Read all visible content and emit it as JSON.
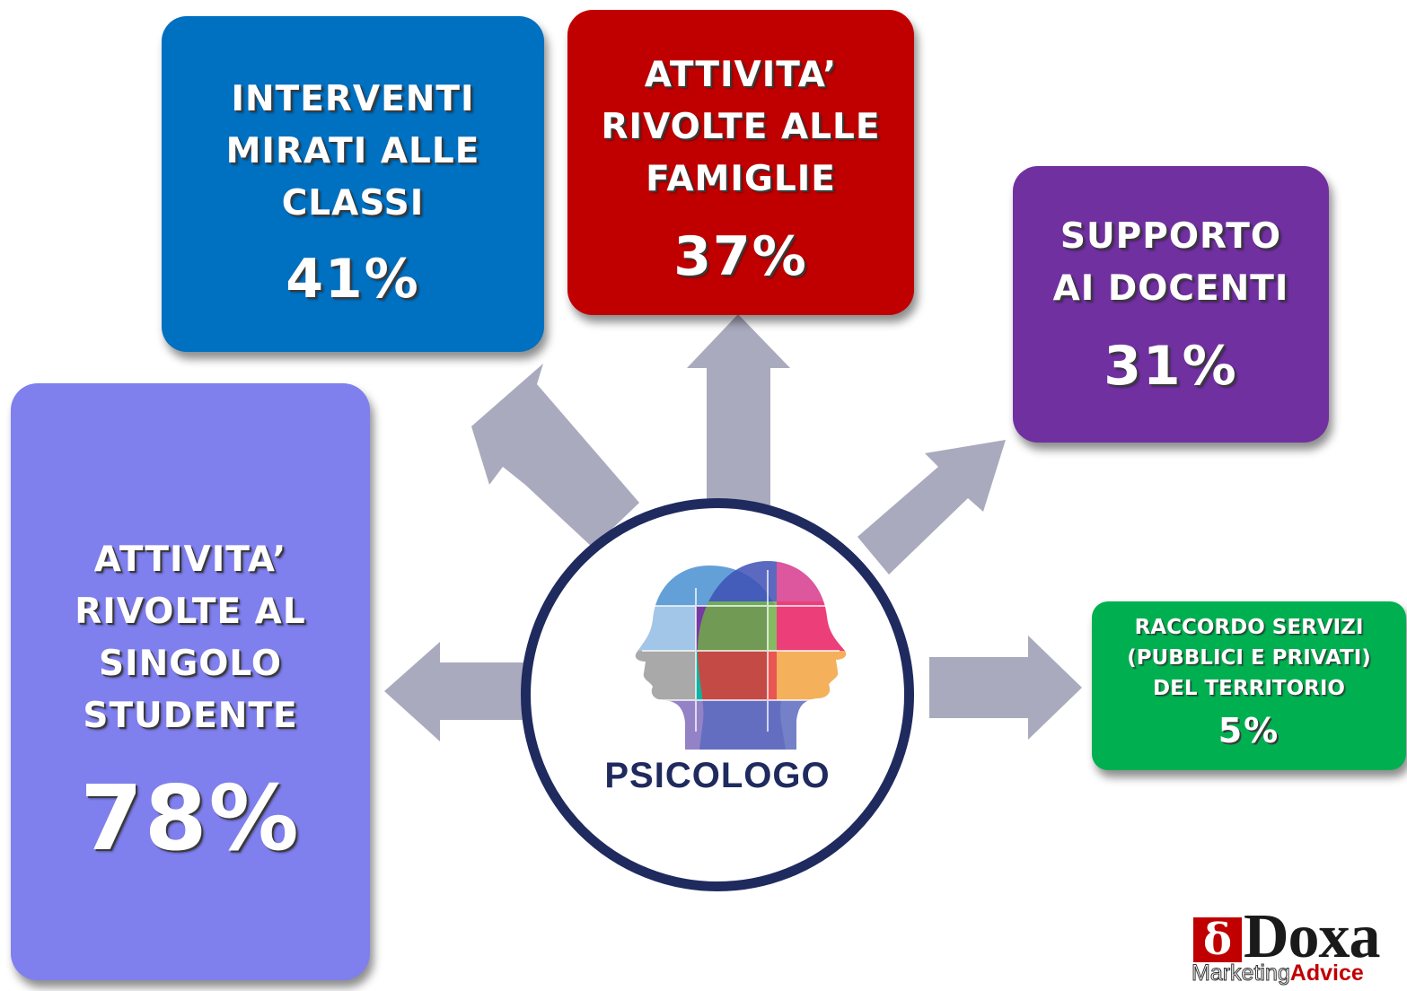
{
  "center": {
    "label": "PSICOLOGO"
  },
  "boxes": {
    "classi": {
      "label": "INTERVENTI\nMIRATI ALLE\nCLASSI",
      "pct": "41%"
    },
    "famiglie": {
      "label": "ATTIVITA’\nRIVOLTE ALLE\nFAMIGLIE",
      "pct": "37%"
    },
    "docenti": {
      "label": "SUPPORTO\nAI DOCENTI",
      "pct": "31%"
    },
    "studente": {
      "label": "ATTIVITA’\nRIVOLTE AL\nSINGOLO\nSTUDENTE",
      "pct": "78%"
    },
    "servizi": {
      "label": "RACCORDO SERVIZI\n(PUBBLICI E PRIVATI)\nDEL TERRITORIO",
      "pct": "5%"
    }
  },
  "logo": {
    "mark": "δ",
    "name": "Doxa",
    "sub1": "Marketing",
    "sub2": "Advice"
  },
  "colors": {
    "classi": "#0070C0",
    "famiglie": "#C00000",
    "docenti": "#7030A0",
    "studente": "#7F7FEE",
    "servizi": "#00B050",
    "arrow": "#A9AABD",
    "circle_border": "#1F2A5E"
  },
  "icons": {
    "center_image": "puzzle-heads-icon"
  }
}
